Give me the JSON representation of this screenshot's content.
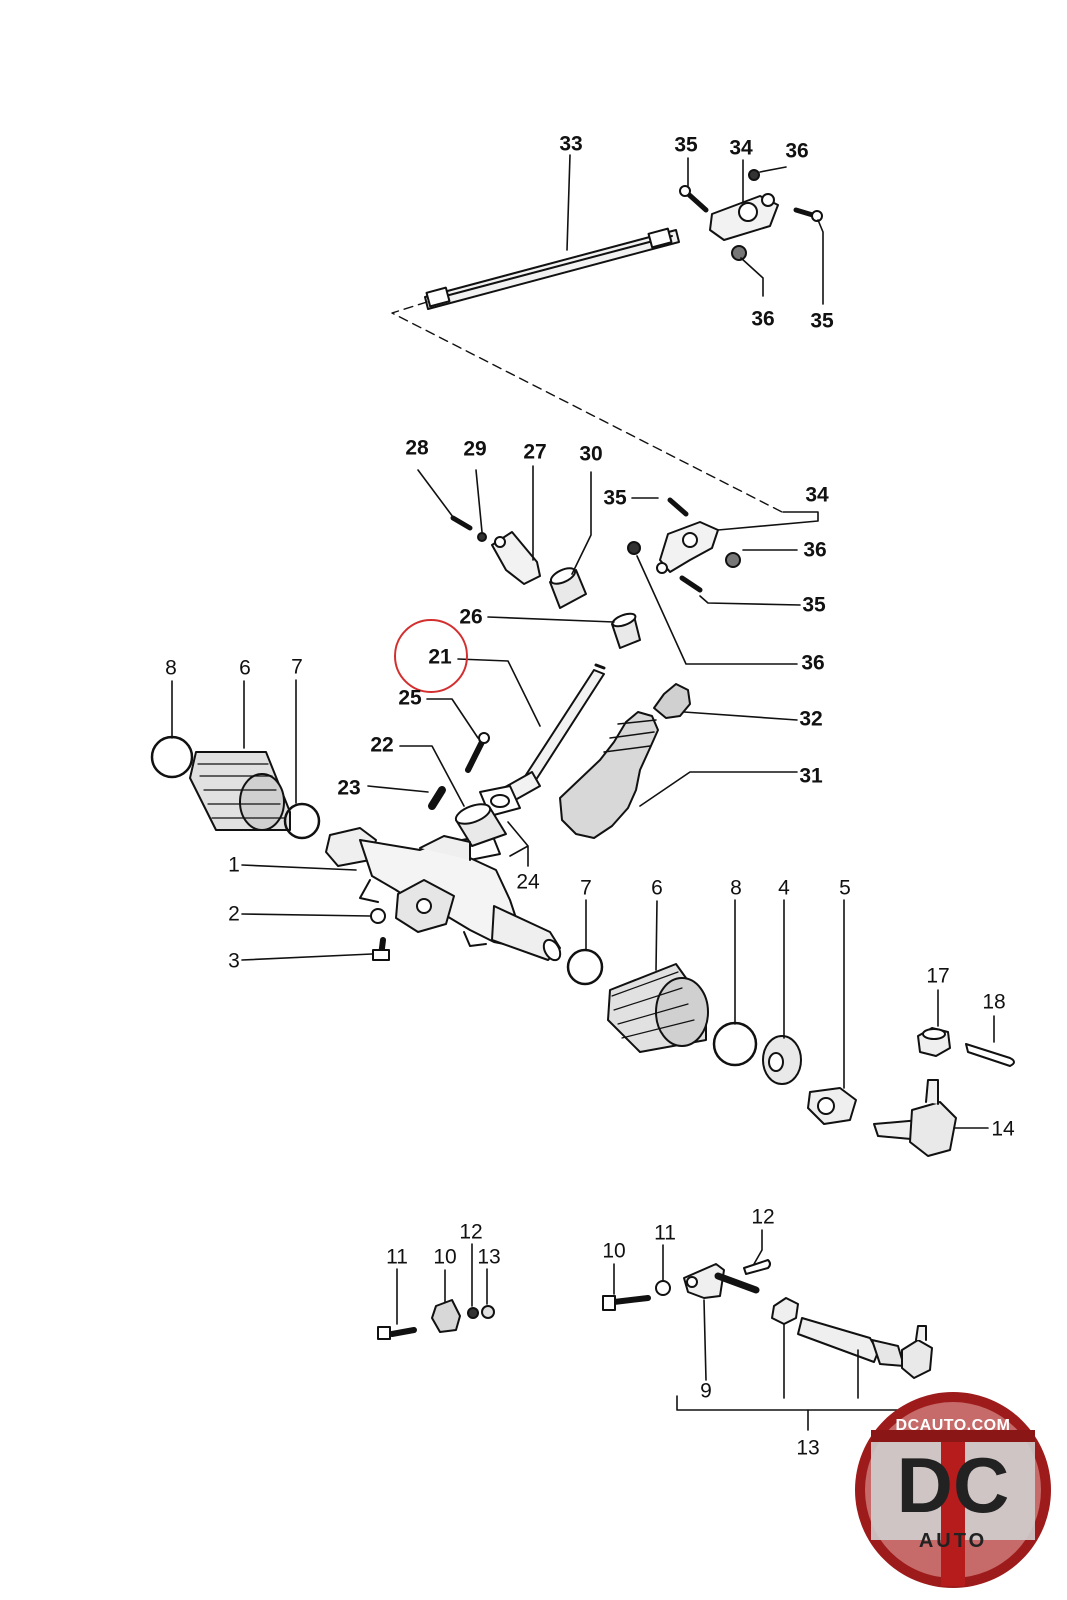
{
  "diagram": {
    "highlight_color": "#d32f2f",
    "line_color": "#111111",
    "labels_upper": [
      "33",
      "35",
      "34",
      "36",
      "36",
      "35",
      "28",
      "29",
      "27",
      "30",
      "35",
      "34",
      "36",
      "35",
      "26",
      "21",
      "36",
      "25",
      "32",
      "22",
      "31",
      "23",
      "24"
    ],
    "labels_main": [
      "8",
      "6",
      "7",
      "1",
      "2",
      "3",
      "7",
      "6",
      "8",
      "4",
      "5",
      "17",
      "18",
      "14"
    ],
    "labels_lower": [
      "11",
      "10",
      "12",
      "13",
      "10",
      "11",
      "12",
      "9",
      "13"
    ],
    "highlighted_part": "21"
  },
  "logo": {
    "site": "DCAUTO.COM",
    "mark": "DC",
    "sub": "AUTO",
    "colors": {
      "ring": "#9e1b1b",
      "inner": "#c9c9c9",
      "stripe": "#b71c1c"
    }
  }
}
